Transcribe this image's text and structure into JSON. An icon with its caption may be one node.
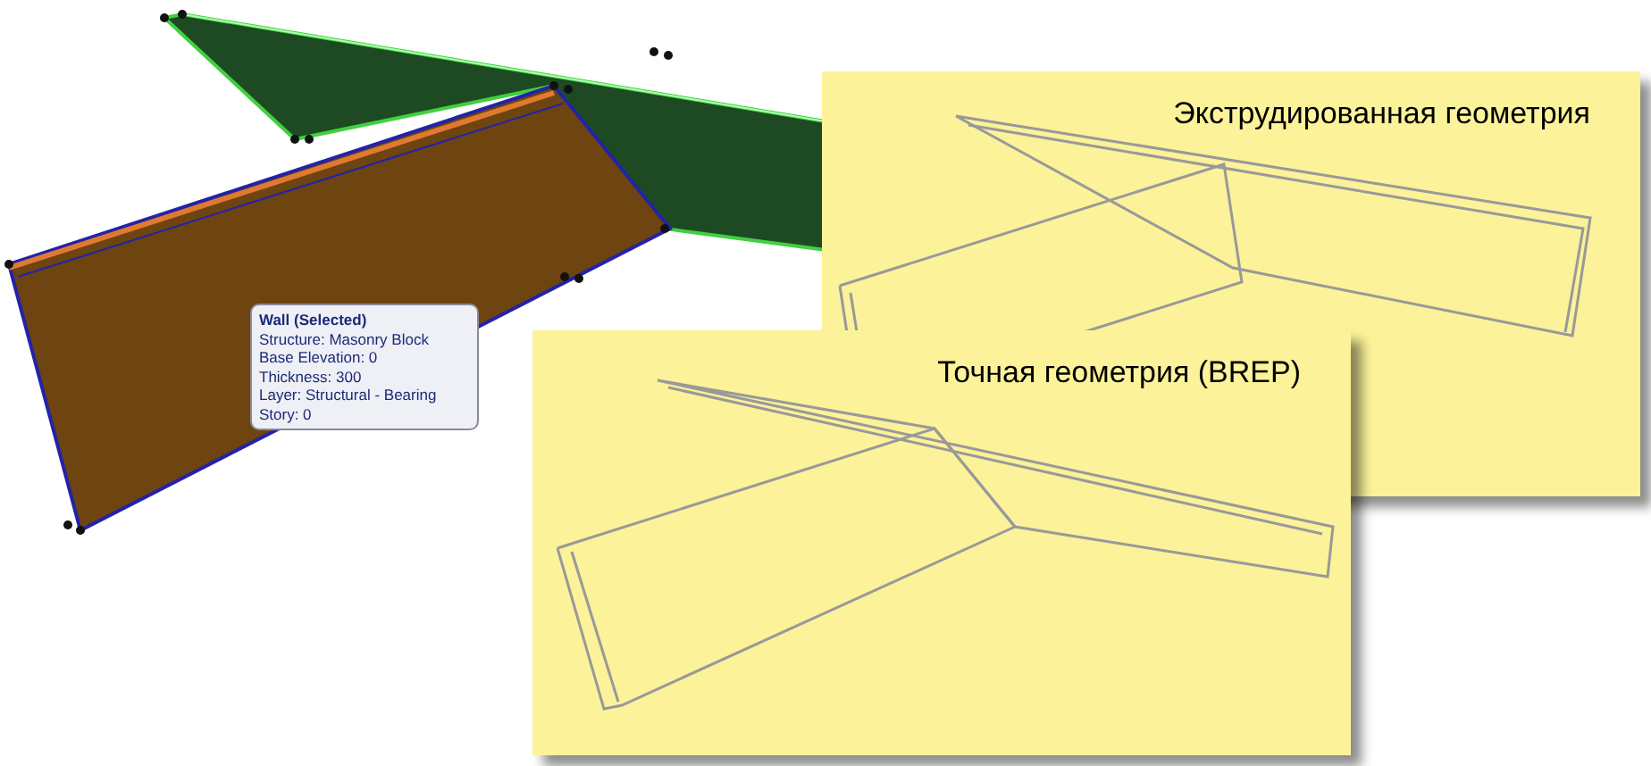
{
  "diagram": {
    "nodes": [
      {
        "text": [
          "Экструдированная геометрия"
        ]
      },
      {
        "text": [
          "Точная геометрия (BREP)"
        ]
      },
      {
        "text": [
          "Wall (Selected)",
          "Structure: Masonry Block",
          "Base Elevation: 0",
          "Thickness: 300",
          "Layer: Structural - Bearing",
          "Story: 0"
        ]
      }
    ]
  }
}
